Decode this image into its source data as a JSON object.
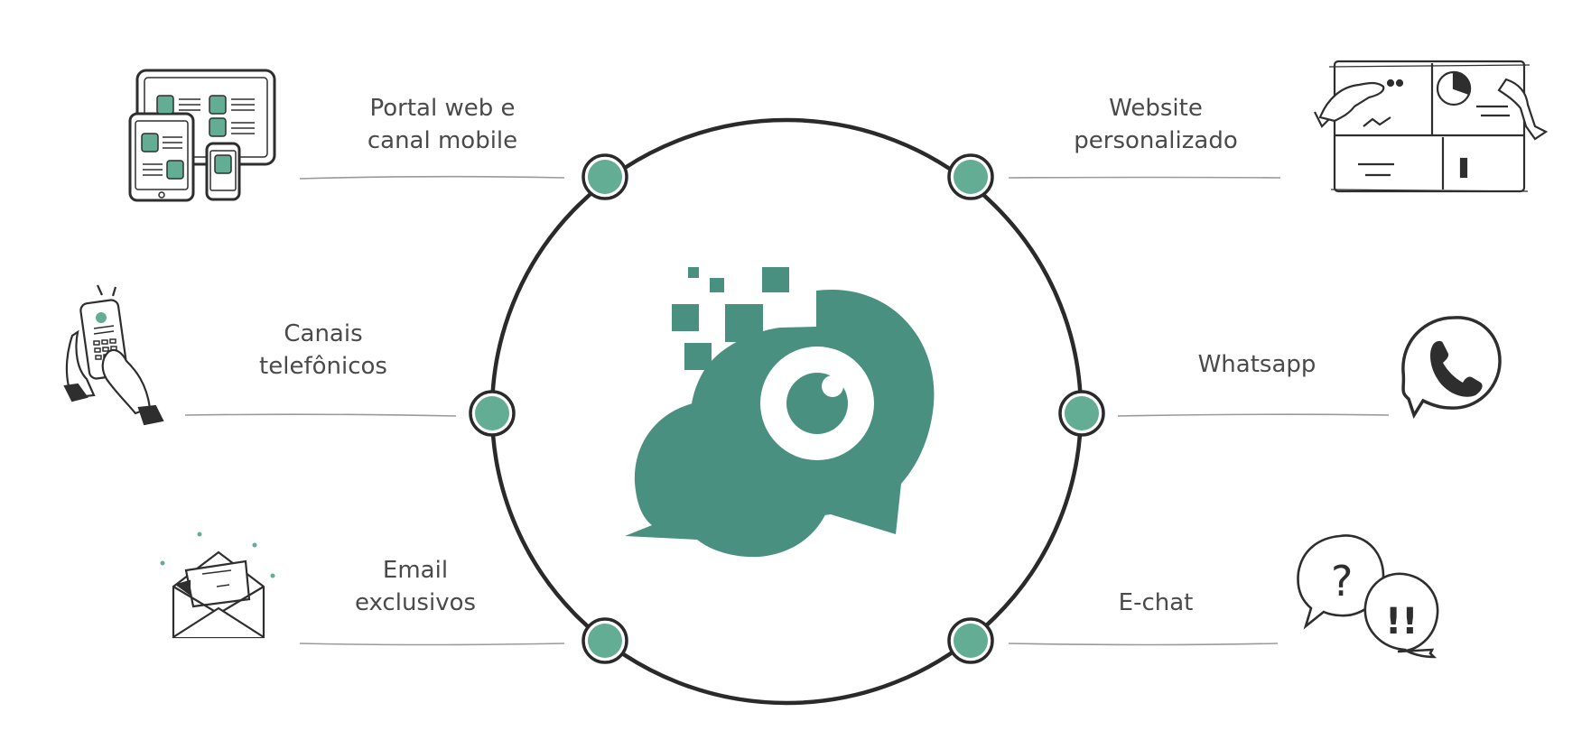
{
  "colors": {
    "accent": "#4a9080",
    "node_fill": "#62ad93",
    "ring": "#2a2a2a",
    "connector": "#9a9a9a",
    "text": "#4a4a4a"
  },
  "center": {
    "icon": "chat-bubbles-eye-logo-icon"
  },
  "channels": [
    {
      "lines": [
        "Portal web e",
        "canal mobile"
      ],
      "icon": "devices-icon"
    },
    {
      "lines": [
        "Website",
        "personalizado"
      ],
      "icon": "dashboard-board-icon"
    },
    {
      "lines": [
        "Canais",
        "telefônicos"
      ],
      "icon": "phone-in-hand-icon"
    },
    {
      "lines": [
        "Whatsapp"
      ],
      "icon": "whatsapp-phone-bubble-icon"
    },
    {
      "lines": [
        "Email",
        "exclusivos"
      ],
      "icon": "open-envelope-icon"
    },
    {
      "lines": [
        "E-chat"
      ],
      "icon": "question-exclamation-bubbles-icon"
    }
  ]
}
